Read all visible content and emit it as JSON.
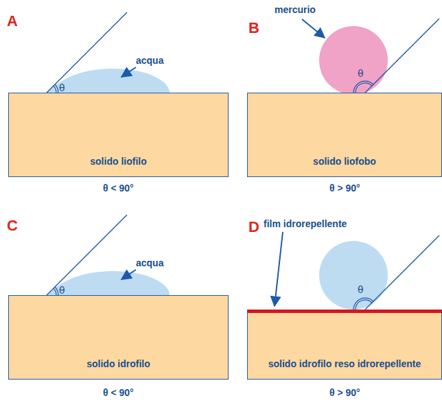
{
  "diagram": {
    "nodes": [
      {
        "text": [
          "solido liofilo"
        ]
      },
      {
        "text": [
          "solido liofobo"
        ]
      },
      {
        "text": [
          "solido idrofilo"
        ]
      },
      {
        "text": [
          "solido idrofilo reso idrorepellente"
        ]
      }
    ],
    "labels": [
      "A",
      "acqua",
      "θ",
      "B",
      "mercurio",
      "θ",
      "θ < 90°",
      "θ > 90°",
      "C",
      "acqua",
      "θ",
      "D",
      "film idrorepellente",
      "θ",
      "θ < 90°",
      "θ > 90°"
    ]
  }
}
